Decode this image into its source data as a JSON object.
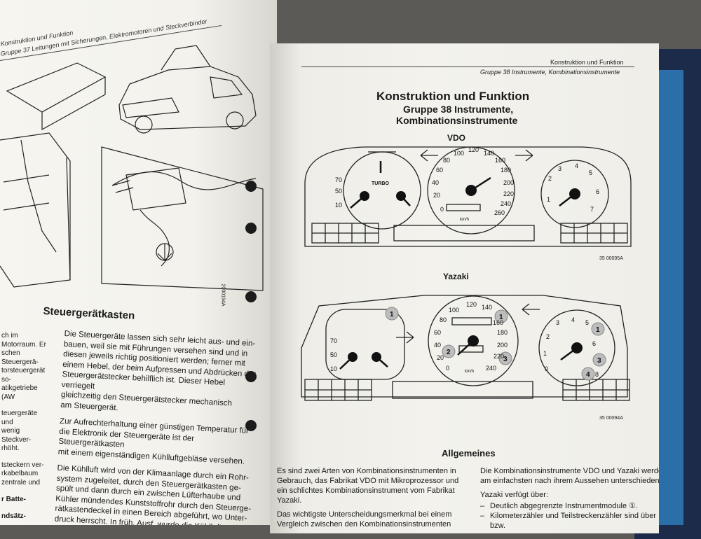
{
  "left_page": {
    "header_line1": "Konstruktion und Funktion",
    "header_line2": "Gruppe 37 Leitungen mit Sicherungen, Elektromotoren und Steckverbinder",
    "section_title": "Steuergerätkasten",
    "figure_code": "2000194A",
    "narrow_col": [
      "ch im Motorraum. Er\nschen Steuergerä-\ntorsteuergerät so-\natikgetriebe (AW",
      "teuergeräte und\nwenig Steckver-\nrhöht.",
      "tsteckern ver-\nrkabelbaum\nzentrale und",
      "r Batte-",
      "ndsätz-"
    ],
    "main_col": [
      "Die Steuergeräte lassen sich sehr leicht aus- und ein-\nbauen, weil sie mit Führungen versehen sind und in\ndiesen jeweils richtig positioniert werden; ferner mit\neinem Hebel, der beim Aufpressen und Abdrücken der\nSteuergerätstecker behilflich ist. Dieser Hebel verriegelt\ngleichzeitig den Steuergerätstecker mechanisch\nam Steuergerät.",
      "Zur Aufrechterhaltung einer günstigen Temperatur für\ndie Elektronik der Steuergeräte ist der Steuergerätkasten\nmit einem eigenständigen Kühlluftgebläse versehen.",
      "Die Kühlluft wird von der Klimaanlage durch ein Rohr-\nsystem zugeleitet, durch den Steuergerätkasten ge-\nspült und dann durch ein zwischen Lüfterhaube und\nKühler mündendes Kunststoffrohr durch den Steuerge-\nrätkastendeckel in einen Bereich abgeführt, wo Unter-\ndruck herrscht. In früh. Ausf. wurde die Kühlluft an der\nFahrzeugfront abgesaugt und durch ein Luftfilter ge-"
    ]
  },
  "right_page": {
    "header_line1": "Konstruktion und Funktion",
    "header_line2": "Gruppe 38 Instrumente, Kombinationsinstrumente",
    "title": "Konstruktion und Funktion",
    "subtitle1": "Gruppe 38 Instrumente,",
    "subtitle2": "Kombinationsinstrumente",
    "vdo": {
      "label": "VDO",
      "figure_code": "35 00095A",
      "temp_ticks": [
        "70",
        "50",
        "10"
      ],
      "turbo_label": "TURBO",
      "speedo_ticks": [
        "0",
        "20",
        "40",
        "60",
        "80",
        "100",
        "120",
        "140",
        "160",
        "180",
        "200",
        "220",
        "240",
        "260"
      ],
      "speedo_unit": "km/h",
      "tacho_ticks": [
        "1",
        "2",
        "3",
        "4",
        "5",
        "6",
        "7"
      ]
    },
    "yazaki": {
      "label": "Yazaki",
      "figure_code": "35 00094A",
      "temp_ticks": [
        "70",
        "50",
        "10"
      ],
      "speedo_ticks": [
        "0",
        "20",
        "40",
        "60",
        "80",
        "100",
        "120",
        "140",
        "160",
        "180",
        "200",
        "220",
        "240"
      ],
      "speedo_unit": "km/h",
      "tacho_ticks": [
        "0",
        "1",
        "2",
        "3",
        "4",
        "5",
        "6",
        "8"
      ],
      "callouts": [
        "1",
        "1",
        "2",
        "3",
        "1",
        "3",
        "4"
      ]
    },
    "section_heading": "Allgemeines",
    "col1": [
      "Es sind zwei Arten von Kombinationsinstrumenten in Gebrauch, das Fabrikat VDO mit Mikroprozessor und ein schlichtes Kombinationsinstrument vom Fabrikat Yazaki.",
      "Das wichtigste Unterscheidungsmerkmal bei einem Vergleich zwischen den Kombinationsinstrumenten"
    ],
    "col2_intro": "Die Kombinationsinstrumente VDO und Yazaki werden am einfachsten nach ihrem Aussehen unterschieden.",
    "col2_lead": "Yazaki verfügt über:",
    "col2_items": [
      "Deutlich abgegrenzte Instrumentmodule ①.",
      "Kilometerzähler und Teilstreckenzähler sind über bzw."
    ]
  },
  "colors": {
    "paper": "#f3f2ec",
    "ink": "#1a1a1a",
    "binder": "#1d2b4a",
    "callout": "#bdbdbd"
  }
}
